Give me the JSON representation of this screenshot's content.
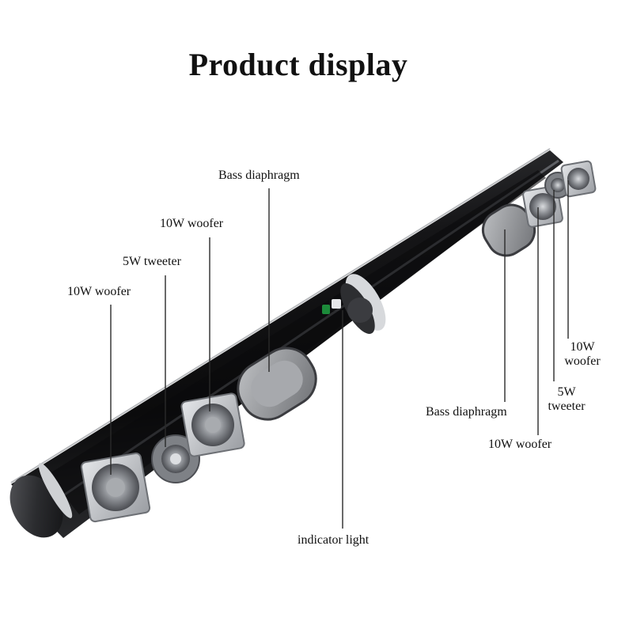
{
  "title": "Product display",
  "labels": {
    "bass_left": "Bass diaphragm",
    "woofer_mid": "10W woofer",
    "tweeter_left": "5W tweeter",
    "woofer_left": "10W woofer",
    "indicator": "indicator light",
    "bass_right": "Bass diaphragm",
    "woofer_right_low": "10W woofer",
    "tweeter_right_1": "5W",
    "tweeter_right_2": "tweeter",
    "woofer_right_top_1": "10W",
    "woofer_right_top_2": "woofer"
  },
  "colors": {
    "body": "#1b1b1d",
    "chrome": "#c9cbce",
    "speaker": "#8d9095",
    "line": "#2a2a2a"
  }
}
